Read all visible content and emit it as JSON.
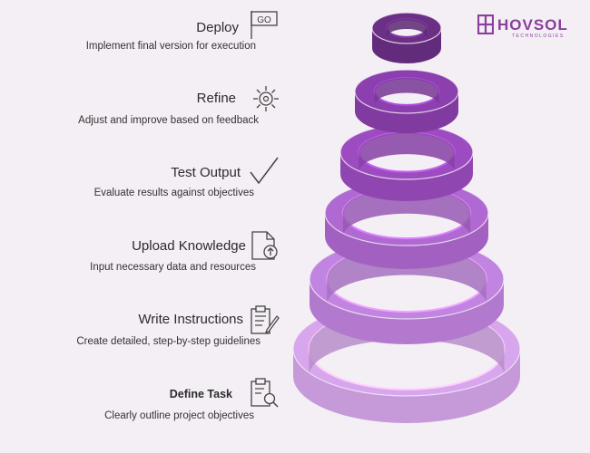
{
  "brand": {
    "name": "HOVSOL",
    "sub": "TECHNOLOGIES",
    "color": "#8b3f9c"
  },
  "steps": [
    {
      "title": "Deploy",
      "desc": "Implement final version for execution",
      "icon": "go-flag-icon",
      "icon_text": "GO"
    },
    {
      "title": "Refine",
      "desc": "Adjust and improve based on feedback",
      "icon": "gear-icon"
    },
    {
      "title": "Test Output",
      "desc": "Evaluate results against objectives",
      "icon": "checkmark-icon"
    },
    {
      "title": "Upload Knowledge",
      "desc": "Input necessary data and resources",
      "icon": "upload-file-icon"
    },
    {
      "title": "Write Instructions",
      "desc": "Create detailed, step-by-step guidelines",
      "icon": "clipboard-pen-icon"
    },
    {
      "title": "Define Task",
      "desc": "Clearly outline project objectives",
      "icon": "clipboard-search-icon"
    }
  ],
  "ring_colors": [
    "#6b2f86",
    "#8c3fae",
    "#9c4cc0",
    "#b069d2",
    "#c184e0",
    "#d7a6ec"
  ]
}
